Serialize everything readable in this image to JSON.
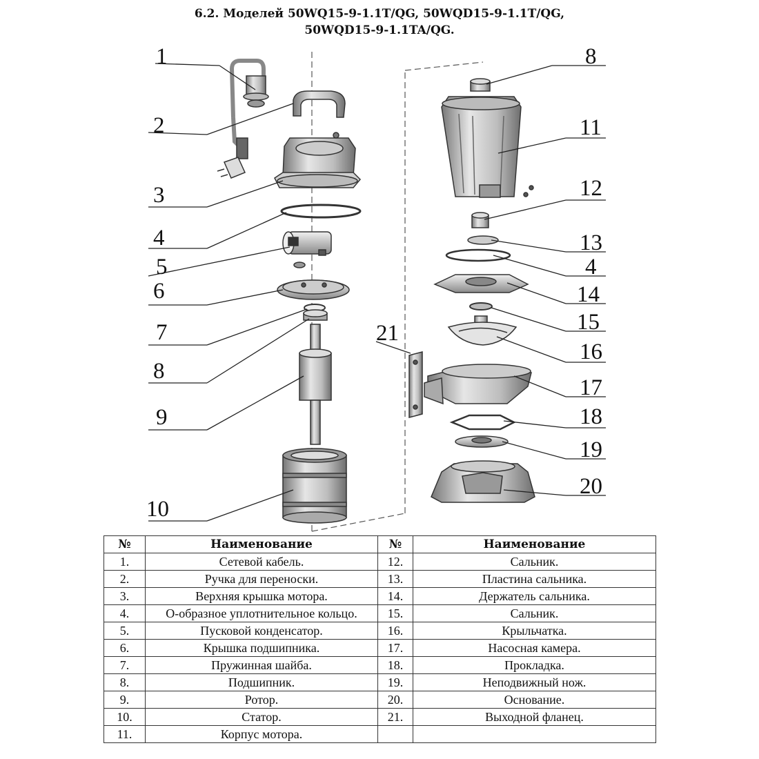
{
  "title": {
    "line1": "6.2. Моделей 50WQ15-9-1.1T/QG, 50WQD15-9-1.1T/QG,",
    "line2": "50WQD15-9-1.1TA/QG."
  },
  "callouts": {
    "left": [
      "1",
      "2",
      "3",
      "4",
      "5",
      "6",
      "7",
      "8",
      "9",
      "10"
    ],
    "right": [
      "8",
      "11",
      "12",
      "13",
      "4",
      "14",
      "15",
      "16",
      "17",
      "18",
      "19",
      "20"
    ],
    "flange": "21"
  },
  "table": {
    "header": {
      "no": "№",
      "name": "Наименование"
    },
    "left_rows": [
      {
        "no": "1.",
        "name": "Сетевой кабель."
      },
      {
        "no": "2.",
        "name": "Ручка для переноски."
      },
      {
        "no": "3.",
        "name": "Верхняя крышка мотора."
      },
      {
        "no": "4.",
        "name": "О-образное уплотнительное кольцо."
      },
      {
        "no": "5.",
        "name": "Пусковой конденсатор."
      },
      {
        "no": "6.",
        "name": "Крышка подшипника."
      },
      {
        "no": "7.",
        "name": "Пружинная шайба."
      },
      {
        "no": "8.",
        "name": "Подшипник."
      },
      {
        "no": "9.",
        "name": "Ротор."
      },
      {
        "no": "10.",
        "name": "Статор."
      },
      {
        "no": "11.",
        "name": "Корпус мотора."
      }
    ],
    "right_rows": [
      {
        "no": "12.",
        "name": "Сальник."
      },
      {
        "no": "13.",
        "name": "Пластина сальника."
      },
      {
        "no": "14.",
        "name": "Держатель сальника."
      },
      {
        "no": "15.",
        "name": "Сальник."
      },
      {
        "no": "16.",
        "name": "Крыльчатка."
      },
      {
        "no": "17.",
        "name": "Насосная камера."
      },
      {
        "no": "18.",
        "name": "Прокладка."
      },
      {
        "no": "19.",
        "name": "Неподвижный нож."
      },
      {
        "no": "20.",
        "name": "Основание."
      },
      {
        "no": "21.",
        "name": "Выходной фланец."
      },
      {
        "no": "",
        "name": ""
      }
    ]
  }
}
